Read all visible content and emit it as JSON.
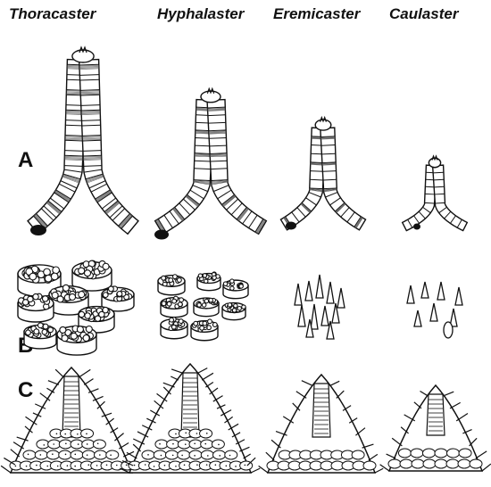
{
  "headers": {
    "genus_1": "Thoracaster",
    "genus_2": "Hyphalaster",
    "genus_3": "Eremicaster",
    "genus_4": "Caulaster"
  },
  "row_labels": {
    "a": "A",
    "b": "B",
    "c": "C"
  },
  "colors": {
    "ink": "#111111",
    "paper": "#ffffff",
    "hatch": "#555555"
  }
}
